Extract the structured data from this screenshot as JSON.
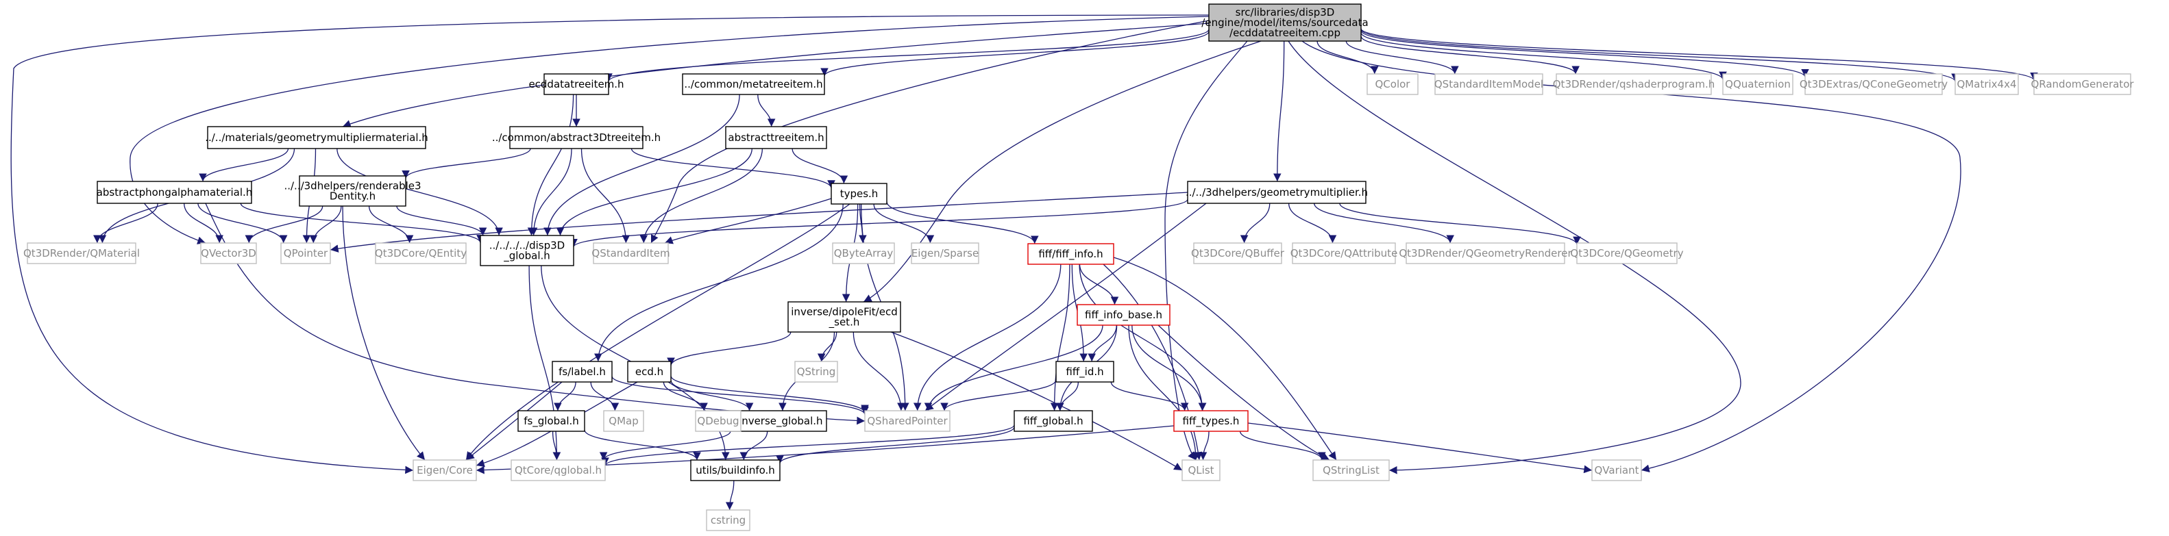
{
  "diagram": {
    "colors": {
      "edge": "#191970",
      "root_fill": "#bfbfbf",
      "border_normal": "#000000",
      "border_highlight": "#e00000",
      "border_external": "#bfbfbf",
      "text_external": "#8a8a8a"
    },
    "nodes": [
      {
        "id": "root",
        "lines": [
          "src/libraries/disp3D",
          "/engine/model/items/sourcedata",
          "/ecddatatreeitem.cpp"
        ],
        "kind": "root"
      },
      {
        "id": "ecddatatreeitem",
        "lines": [
          "ecddatatreeitem.h"
        ],
        "kind": "normal"
      },
      {
        "id": "metatreeitem",
        "lines": [
          "../common/metatreeitem.h"
        ],
        "kind": "normal"
      },
      {
        "id": "geommultmat",
        "lines": [
          "../../materials/geometrymultipliermaterial.h"
        ],
        "kind": "normal"
      },
      {
        "id": "abstract3d",
        "lines": [
          "../common/abstract3Dtreeitem.h"
        ],
        "kind": "normal"
      },
      {
        "id": "abstracttreeitem",
        "lines": [
          "abstracttreeitem.h"
        ],
        "kind": "normal"
      },
      {
        "id": "abstractphong",
        "lines": [
          "abstractphongalphamaterial.h"
        ],
        "kind": "normal"
      },
      {
        "id": "renderable3d",
        "lines": [
          "../../3dhelpers/renderable3",
          "Dentity.h"
        ],
        "kind": "normal"
      },
      {
        "id": "typesh",
        "lines": [
          "types.h"
        ],
        "kind": "normal"
      },
      {
        "id": "geommult",
        "lines": [
          "../../3dhelpers/geometrymultiplier.h"
        ],
        "kind": "normal"
      },
      {
        "id": "disp3dglobal",
        "lines": [
          "../../../../disp3D",
          "_global.h"
        ],
        "kind": "normal"
      },
      {
        "id": "fiffinfo",
        "lines": [
          "fiff/fiff_info.h"
        ],
        "kind": "highlight"
      },
      {
        "id": "fiffinfobase",
        "lines": [
          "fiff_info_base.h"
        ],
        "kind": "highlight"
      },
      {
        "id": "dipolefit",
        "lines": [
          "inverse/dipoleFit/ecd",
          "_set.h"
        ],
        "kind": "normal"
      },
      {
        "id": "fslabel",
        "lines": [
          "fs/label.h"
        ],
        "kind": "normal"
      },
      {
        "id": "ecdh",
        "lines": [
          "ecd.h"
        ],
        "kind": "normal"
      },
      {
        "id": "fiffid",
        "lines": [
          "fiff_id.h"
        ],
        "kind": "normal"
      },
      {
        "id": "fsglobal",
        "lines": [
          "fs_global.h"
        ],
        "kind": "normal"
      },
      {
        "id": "invglobal",
        "lines": [
          "../inverse_global.h"
        ],
        "kind": "normal"
      },
      {
        "id": "fiffglobal",
        "lines": [
          "fiff_global.h"
        ],
        "kind": "normal"
      },
      {
        "id": "fifftypes",
        "lines": [
          "fiff_types.h"
        ],
        "kind": "highlight"
      },
      {
        "id": "buildinfo",
        "lines": [
          "utils/buildinfo.h"
        ],
        "kind": "normal"
      },
      {
        "id": "qcolor",
        "lines": [
          "QColor"
        ],
        "kind": "external"
      },
      {
        "id": "qstdmodel",
        "lines": [
          "QStandardItemModel"
        ],
        "kind": "external"
      },
      {
        "id": "qshader",
        "lines": [
          "Qt3DRender/qshaderprogram.h"
        ],
        "kind": "external"
      },
      {
        "id": "qquat",
        "lines": [
          "QQuaternion"
        ],
        "kind": "external"
      },
      {
        "id": "qcone",
        "lines": [
          "Qt3DExtras/QConeGeometry"
        ],
        "kind": "external"
      },
      {
        "id": "qmatrix",
        "lines": [
          "QMatrix4x4"
        ],
        "kind": "external"
      },
      {
        "id": "qrandom",
        "lines": [
          "QRandomGenerator"
        ],
        "kind": "external"
      },
      {
        "id": "qmaterial",
        "lines": [
          "Qt3DRender/QMaterial"
        ],
        "kind": "external"
      },
      {
        "id": "qvector3d",
        "lines": [
          "QVector3D"
        ],
        "kind": "external"
      },
      {
        "id": "qpointer",
        "lines": [
          "QPointer"
        ],
        "kind": "external"
      },
      {
        "id": "qentity",
        "lines": [
          "Qt3DCore/QEntity"
        ],
        "kind": "external"
      },
      {
        "id": "qstditem",
        "lines": [
          "QStandardItem"
        ],
        "kind": "external"
      },
      {
        "id": "qbytearray",
        "lines": [
          "QByteArray"
        ],
        "kind": "external"
      },
      {
        "id": "eigensparse",
        "lines": [
          "Eigen/Sparse"
        ],
        "kind": "external"
      },
      {
        "id": "qbuffer",
        "lines": [
          "Qt3DCore/QBuffer"
        ],
        "kind": "external"
      },
      {
        "id": "qattribute",
        "lines": [
          "Qt3DCore/QAttribute"
        ],
        "kind": "external"
      },
      {
        "id": "qgeomrenderer",
        "lines": [
          "Qt3DRender/QGeometryRenderer"
        ],
        "kind": "external"
      },
      {
        "id": "qgeometry",
        "lines": [
          "Qt3DCore/QGeometry"
        ],
        "kind": "external"
      },
      {
        "id": "qstring",
        "lines": [
          "QString"
        ],
        "kind": "external"
      },
      {
        "id": "qmap",
        "lines": [
          "QMap"
        ],
        "kind": "external"
      },
      {
        "id": "qdebug",
        "lines": [
          "QDebug"
        ],
        "kind": "external"
      },
      {
        "id": "qsharedptr",
        "lines": [
          "QSharedPointer"
        ],
        "kind": "external"
      },
      {
        "id": "eigencore",
        "lines": [
          "Eigen/Core"
        ],
        "kind": "external"
      },
      {
        "id": "qglobal",
        "lines": [
          "QtCore/qglobal.h"
        ],
        "kind": "external"
      },
      {
        "id": "qlist",
        "lines": [
          "QList"
        ],
        "kind": "external"
      },
      {
        "id": "qstringlist",
        "lines": [
          "QStringList"
        ],
        "kind": "external"
      },
      {
        "id": "qvariant",
        "lines": [
          "QVariant"
        ],
        "kind": "external"
      },
      {
        "id": "cstring",
        "lines": [
          "cstring"
        ],
        "kind": "external"
      }
    ],
    "edges": [
      [
        "root",
        "ecddatatreeitem"
      ],
      [
        "root",
        "metatreeitem"
      ],
      [
        "root",
        "geommultmat"
      ],
      [
        "root",
        "geommult"
      ],
      [
        "root",
        "dipolefit"
      ],
      [
        "root",
        "qcolor"
      ],
      [
        "root",
        "qstdmodel"
      ],
      [
        "root",
        "qshader"
      ],
      [
        "root",
        "qquat"
      ],
      [
        "root",
        "qcone"
      ],
      [
        "root",
        "qmatrix"
      ],
      [
        "root",
        "qrandom"
      ],
      [
        "root",
        "qvector3d"
      ],
      [
        "root",
        "eigencore"
      ],
      [
        "root",
        "qstditem"
      ],
      [
        "root",
        "qlist"
      ],
      [
        "root",
        "qstringlist"
      ],
      [
        "root",
        "qvariant"
      ],
      [
        "ecddatatreeitem",
        "abstract3d"
      ],
      [
        "ecddatatreeitem",
        "disp3dglobal"
      ],
      [
        "metatreeitem",
        "abstracttreeitem"
      ],
      [
        "metatreeitem",
        "disp3dglobal"
      ],
      [
        "abstracttreeitem",
        "typesh"
      ],
      [
        "abstracttreeitem",
        "disp3dglobal"
      ],
      [
        "abstracttreeitem",
        "qstditem"
      ],
      [
        "abstract3d",
        "typesh"
      ],
      [
        "abstract3d",
        "renderable3d"
      ],
      [
        "abstract3d",
        "disp3dglobal"
      ],
      [
        "abstract3d",
        "qstditem"
      ],
      [
        "geommultmat",
        "abstractphong"
      ],
      [
        "geommultmat",
        "disp3dglobal"
      ],
      [
        "geommultmat",
        "qpointer"
      ],
      [
        "geommultmat",
        "qmaterial"
      ],
      [
        "abstractphong",
        "disp3dglobal"
      ],
      [
        "abstractphong",
        "qmaterial"
      ],
      [
        "abstractphong",
        "qpointer"
      ],
      [
        "abstractphong",
        "qvector3d"
      ],
      [
        "abstractphong",
        "qsharedptr"
      ],
      [
        "renderable3d",
        "disp3dglobal"
      ],
      [
        "renderable3d",
        "qentity"
      ],
      [
        "renderable3d",
        "qpointer"
      ],
      [
        "renderable3d",
        "qvector3d"
      ],
      [
        "renderable3d",
        "eigencore"
      ],
      [
        "typesh",
        "fiffinfo"
      ],
      [
        "typesh",
        "dipolefit"
      ],
      [
        "typesh",
        "fslabel"
      ],
      [
        "typesh",
        "qbytearray"
      ],
      [
        "typesh",
        "eigensparse"
      ],
      [
        "typesh",
        "qstditem"
      ],
      [
        "typesh",
        "qsharedptr"
      ],
      [
        "typesh",
        "eigencore"
      ],
      [
        "geommult",
        "disp3dglobal"
      ],
      [
        "geommult",
        "qbuffer"
      ],
      [
        "geommult",
        "qattribute"
      ],
      [
        "geommult",
        "qgeomrenderer"
      ],
      [
        "geommult",
        "qgeometry"
      ],
      [
        "geommult",
        "qpointer"
      ],
      [
        "geommult",
        "qsharedptr"
      ],
      [
        "disp3dglobal",
        "buildinfo"
      ],
      [
        "disp3dglobal",
        "qglobal"
      ],
      [
        "fiffinfo",
        "fiffinfobase"
      ],
      [
        "fiffinfo",
        "fiffid"
      ],
      [
        "fiffinfo",
        "fifftypes"
      ],
      [
        "fiffinfo",
        "fiffglobal"
      ],
      [
        "fiffinfo",
        "qsharedptr"
      ],
      [
        "fiffinfo",
        "qlist"
      ],
      [
        "fiffinfo",
        "qstringlist"
      ],
      [
        "fiffinfobase",
        "fiffid"
      ],
      [
        "fiffinfobase",
        "fifftypes"
      ],
      [
        "fiffinfobase",
        "fiffglobal"
      ],
      [
        "fiffinfobase",
        "qsharedptr"
      ],
      [
        "fiffinfobase",
        "qlist"
      ],
      [
        "fiffinfobase",
        "qstringlist"
      ],
      [
        "dipolefit",
        "ecdh"
      ],
      [
        "dipolefit",
        "invglobal"
      ],
      [
        "dipolefit",
        "qstring"
      ],
      [
        "dipolefit",
        "qsharedptr"
      ],
      [
        "dipolefit",
        "qlist"
      ],
      [
        "fslabel",
        "fsglobal"
      ],
      [
        "fslabel",
        "qmap"
      ],
      [
        "fslabel",
        "qsharedptr"
      ],
      [
        "fslabel",
        "eigencore"
      ],
      [
        "ecdh",
        "invglobal"
      ],
      [
        "ecdh",
        "qdebug"
      ],
      [
        "ecdh",
        "qsharedptr"
      ],
      [
        "ecdh",
        "eigencore"
      ],
      [
        "fiffid",
        "fiffglobal"
      ],
      [
        "fiffid",
        "fifftypes"
      ],
      [
        "fiffid",
        "qsharedptr"
      ],
      [
        "fsglobal",
        "buildinfo"
      ],
      [
        "fsglobal",
        "qglobal"
      ],
      [
        "invglobal",
        "buildinfo"
      ],
      [
        "invglobal",
        "qglobal"
      ],
      [
        "fiffglobal",
        "buildinfo"
      ],
      [
        "fiffglobal",
        "qglobal"
      ],
      [
        "fifftypes",
        "eigencore"
      ],
      [
        "fifftypes",
        "qlist"
      ],
      [
        "fifftypes",
        "qstringlist"
      ],
      [
        "fifftypes",
        "qvariant"
      ],
      [
        "buildinfo",
        "cstring"
      ]
    ]
  }
}
